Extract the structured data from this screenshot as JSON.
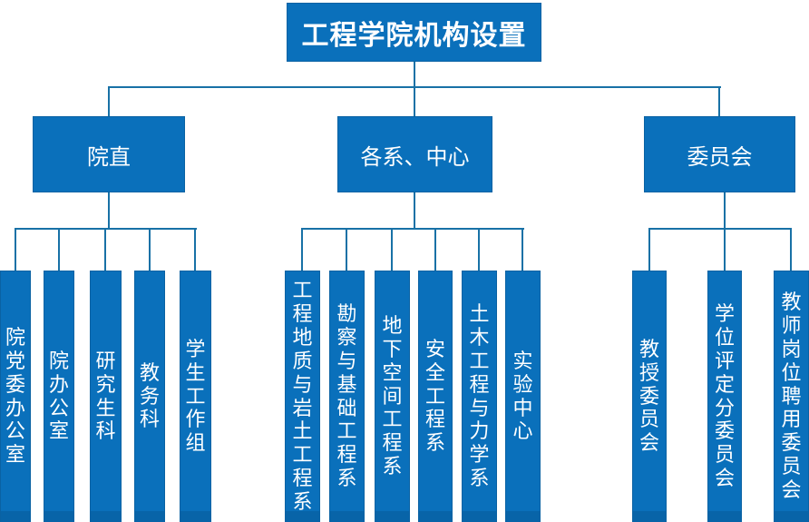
{
  "title": {
    "label": "工程学院机构设置"
  },
  "colors": {
    "box_fill": "#0a70bb",
    "box_border": "#0a62a3",
    "connector_line": "#1871a6",
    "text": "#ffffff",
    "background": "#ffffff"
  },
  "groups": [
    {
      "label": "院直",
      "children": [
        "院党委办公室",
        "院办公室",
        "研究生科",
        "教务科",
        "学生工作组"
      ]
    },
    {
      "label": "各系、中心",
      "children": [
        "工程地质与岩土工程系",
        "勘察与基础工程系",
        "地下空间工程系",
        "安全工程系",
        "土木工程与力学系",
        "实验中心"
      ]
    },
    {
      "label": "委员会",
      "children": [
        "教授委员会",
        "学位评定分委员会",
        "教师岗位聘用委员会"
      ]
    }
  ]
}
